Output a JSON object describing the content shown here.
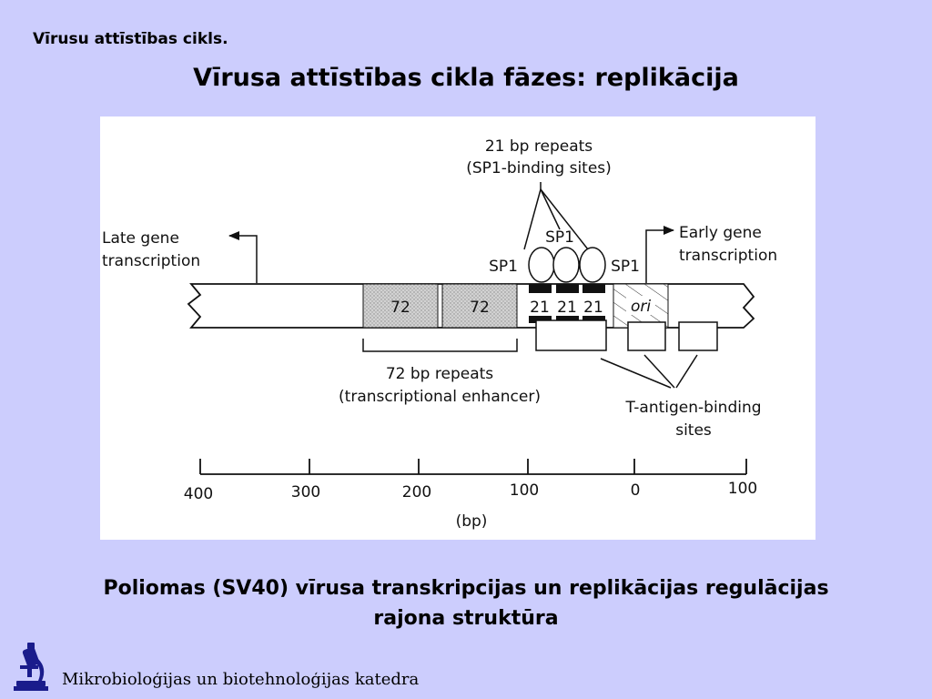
{
  "header": {
    "text": "Vīrusu attīstības cikls."
  },
  "title": "Vīrusa attīstības cikla fāzes: replikācija",
  "diagram": {
    "top_label": [
      "21 bp repeats",
      "(SP1-binding sites)"
    ],
    "sp1_top": "SP1",
    "sp1_left": "SP1",
    "sp1_right": "SP1",
    "late_label": [
      "Late gene",
      "transcription"
    ],
    "early_label": [
      "Early gene",
      "transcription"
    ],
    "box_72_a": "72",
    "box_72_b": "72",
    "repeat_21": [
      "21",
      "21",
      "21"
    ],
    "ori": "ori",
    "enhancer_label": [
      "72 bp repeats",
      "(transcriptional enhancer)"
    ],
    "tantigen_label": [
      "T-antigen-binding",
      "sites"
    ],
    "axis_ticks": [
      "400",
      "300",
      "200",
      "100",
      "0",
      "100"
    ],
    "axis_unit": "(bp)"
  },
  "caption": [
    "Poliomas (SV40) vīrusa transkripcijas un replikācijas regulācijas",
    "rajona struktūra"
  ],
  "footer": {
    "text": "Mikrobioloģijas un biotehnoloģijas katedra"
  },
  "colors": {
    "background": "#cccdfd",
    "logo": "#1a1c8c"
  }
}
